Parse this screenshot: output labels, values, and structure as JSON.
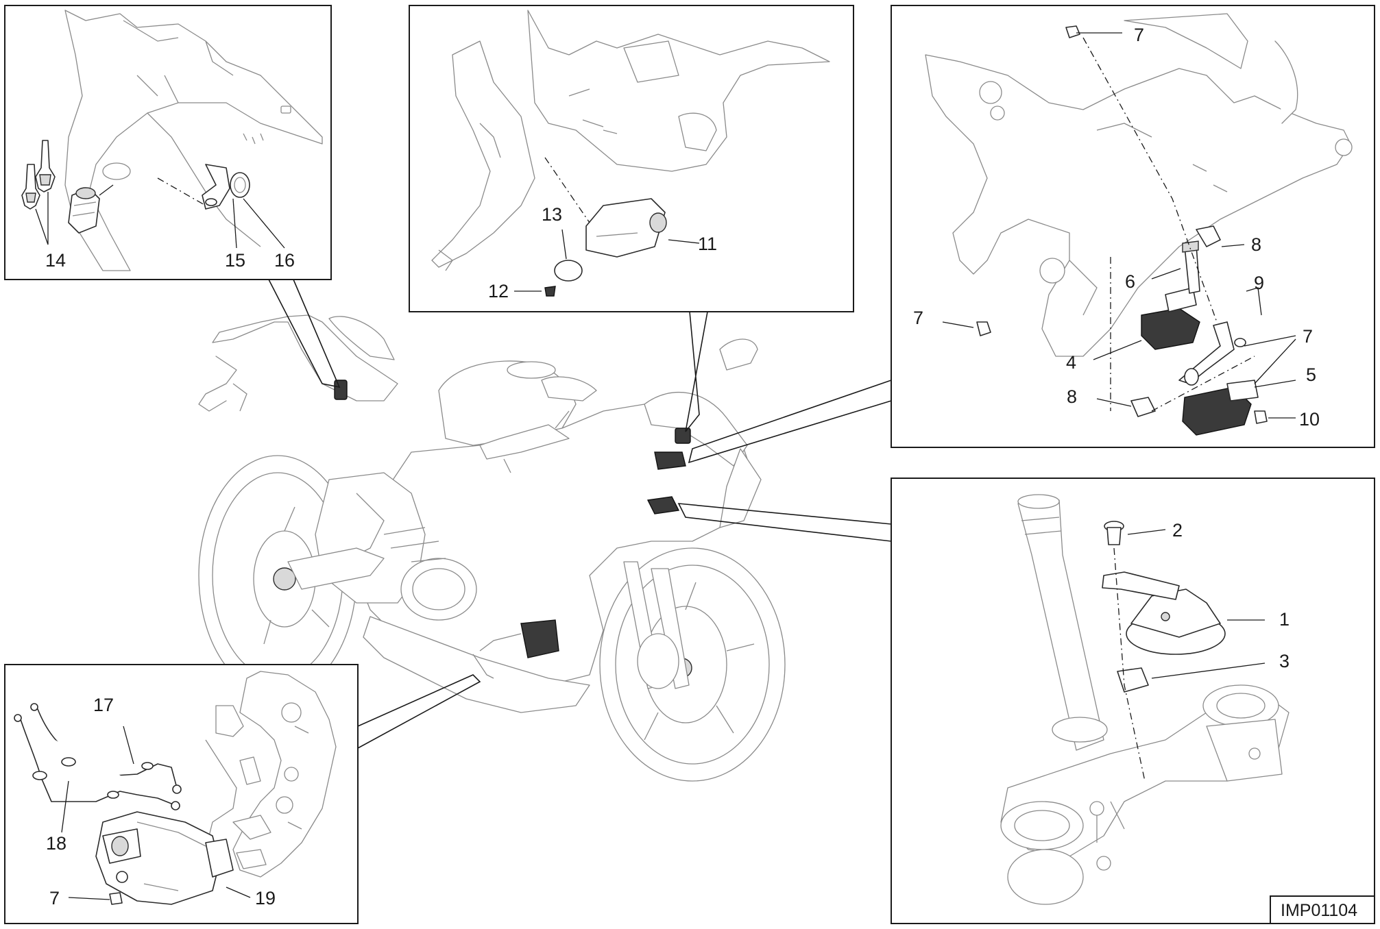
{
  "drawing_code": "IMP01104",
  "part_labels": {
    "p1": "1",
    "p2": "2",
    "p3": "3",
    "p4": "4",
    "p5": "5",
    "p6": "6",
    "p7": "7",
    "p8": "8",
    "p9": "9",
    "p10": "10",
    "p11": "11",
    "p12": "12",
    "p13": "13",
    "p14": "14",
    "p15": "15",
    "p16": "16",
    "p17": "17",
    "p18": "18",
    "p19": "19"
  },
  "colors": {
    "line": "#1a1a1a",
    "faint": "#8a8a8a",
    "dark_part": "#3a3a3a",
    "background": "#ffffff"
  }
}
